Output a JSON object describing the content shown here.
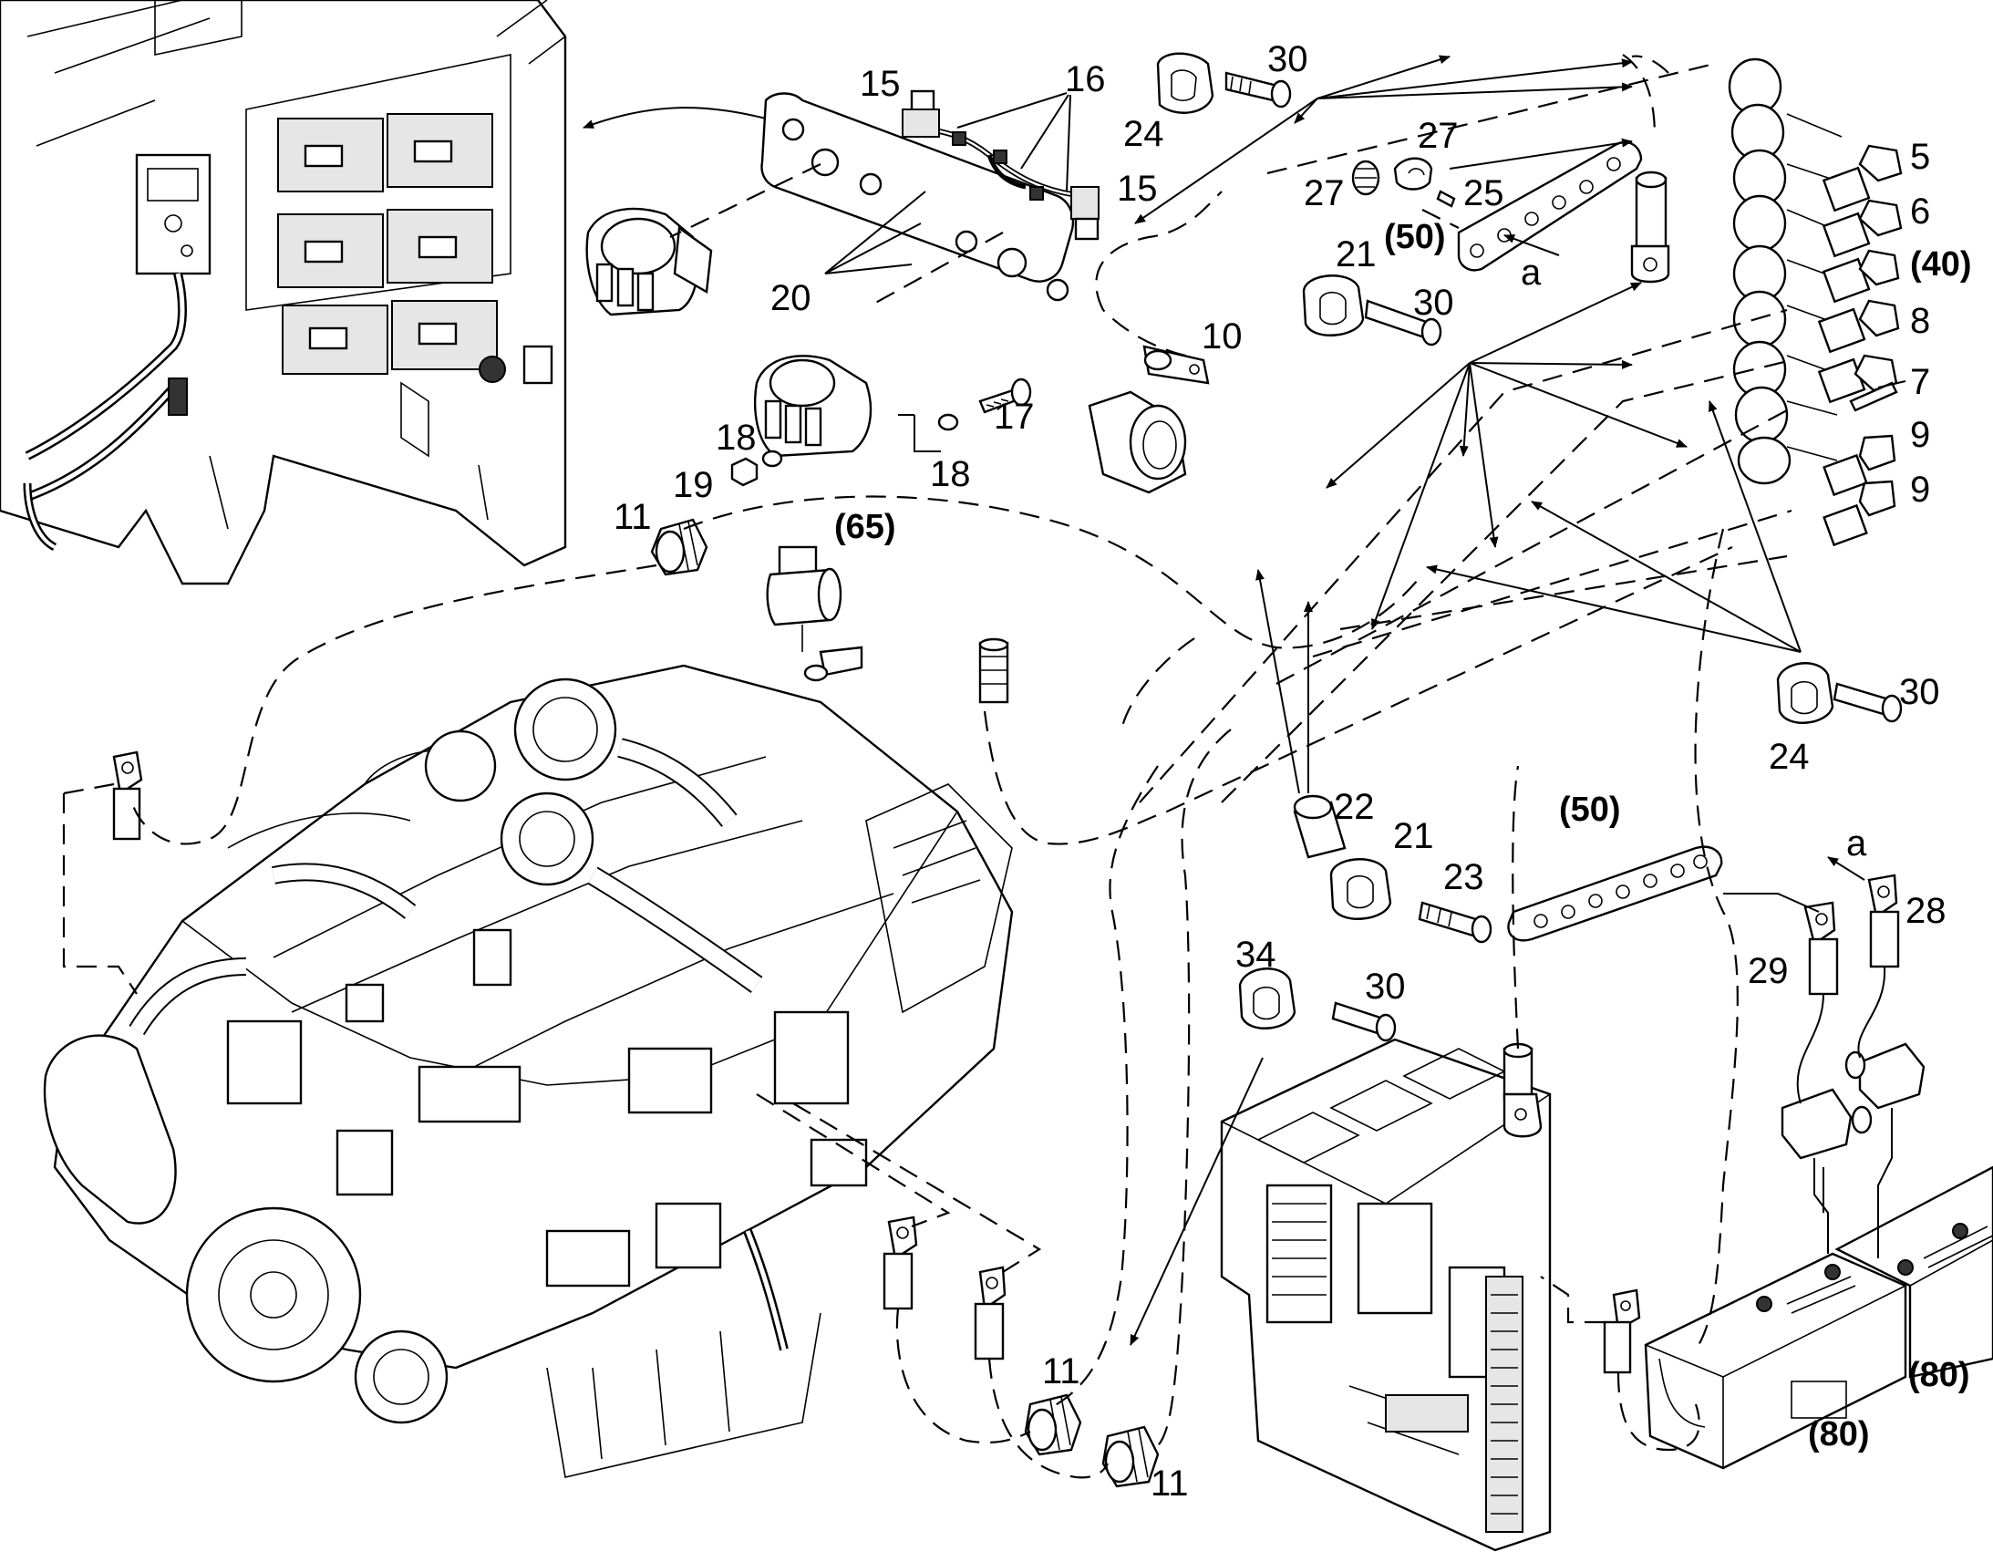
{
  "labels": [
    {
      "id": "l15a",
      "text": "15"
    },
    {
      "id": "l16",
      "text": "16"
    },
    {
      "id": "l15b",
      "text": "15"
    },
    {
      "id": "l20",
      "text": "20"
    },
    {
      "id": "l17",
      "text": "17"
    },
    {
      "id": "l18a",
      "text": "18"
    },
    {
      "id": "l18b",
      "text": "18"
    },
    {
      "id": "l19",
      "text": "19"
    },
    {
      "id": "l11a",
      "text": "11"
    },
    {
      "id": "l65",
      "text": "(65)"
    },
    {
      "id": "l10",
      "text": "10"
    },
    {
      "id": "l30a",
      "text": "30"
    },
    {
      "id": "l24a",
      "text": "24"
    },
    {
      "id": "l27a",
      "text": "27"
    },
    {
      "id": "l27b",
      "text": "27"
    },
    {
      "id": "l25",
      "text": "25"
    },
    {
      "id": "l21a",
      "text": "21"
    },
    {
      "id": "l50a",
      "text": "(50)"
    },
    {
      "id": "l30b",
      "text": "30"
    },
    {
      "id": "la1",
      "text": "a"
    },
    {
      "id": "l5",
      "text": "5"
    },
    {
      "id": "l6",
      "text": "6"
    },
    {
      "id": "l40",
      "text": "(40)"
    },
    {
      "id": "l8",
      "text": "8"
    },
    {
      "id": "l7",
      "text": "7"
    },
    {
      "id": "l9a",
      "text": "9"
    },
    {
      "id": "l9b",
      "text": "9"
    },
    {
      "id": "l30c",
      "text": "30"
    },
    {
      "id": "l24b",
      "text": "24"
    },
    {
      "id": "l22",
      "text": "22"
    },
    {
      "id": "l21b",
      "text": "21"
    },
    {
      "id": "l23",
      "text": "23"
    },
    {
      "id": "l50b",
      "text": "(50)"
    },
    {
      "id": "la2",
      "text": "a"
    },
    {
      "id": "l28",
      "text": "28"
    },
    {
      "id": "l29",
      "text": "29"
    },
    {
      "id": "l34",
      "text": "34"
    },
    {
      "id": "l30d",
      "text": "30"
    },
    {
      "id": "l11b",
      "text": "11"
    },
    {
      "id": "l11c",
      "text": "11"
    },
    {
      "id": "l80a",
      "text": "(80)"
    },
    {
      "id": "l80b",
      "text": "(80)"
    }
  ]
}
